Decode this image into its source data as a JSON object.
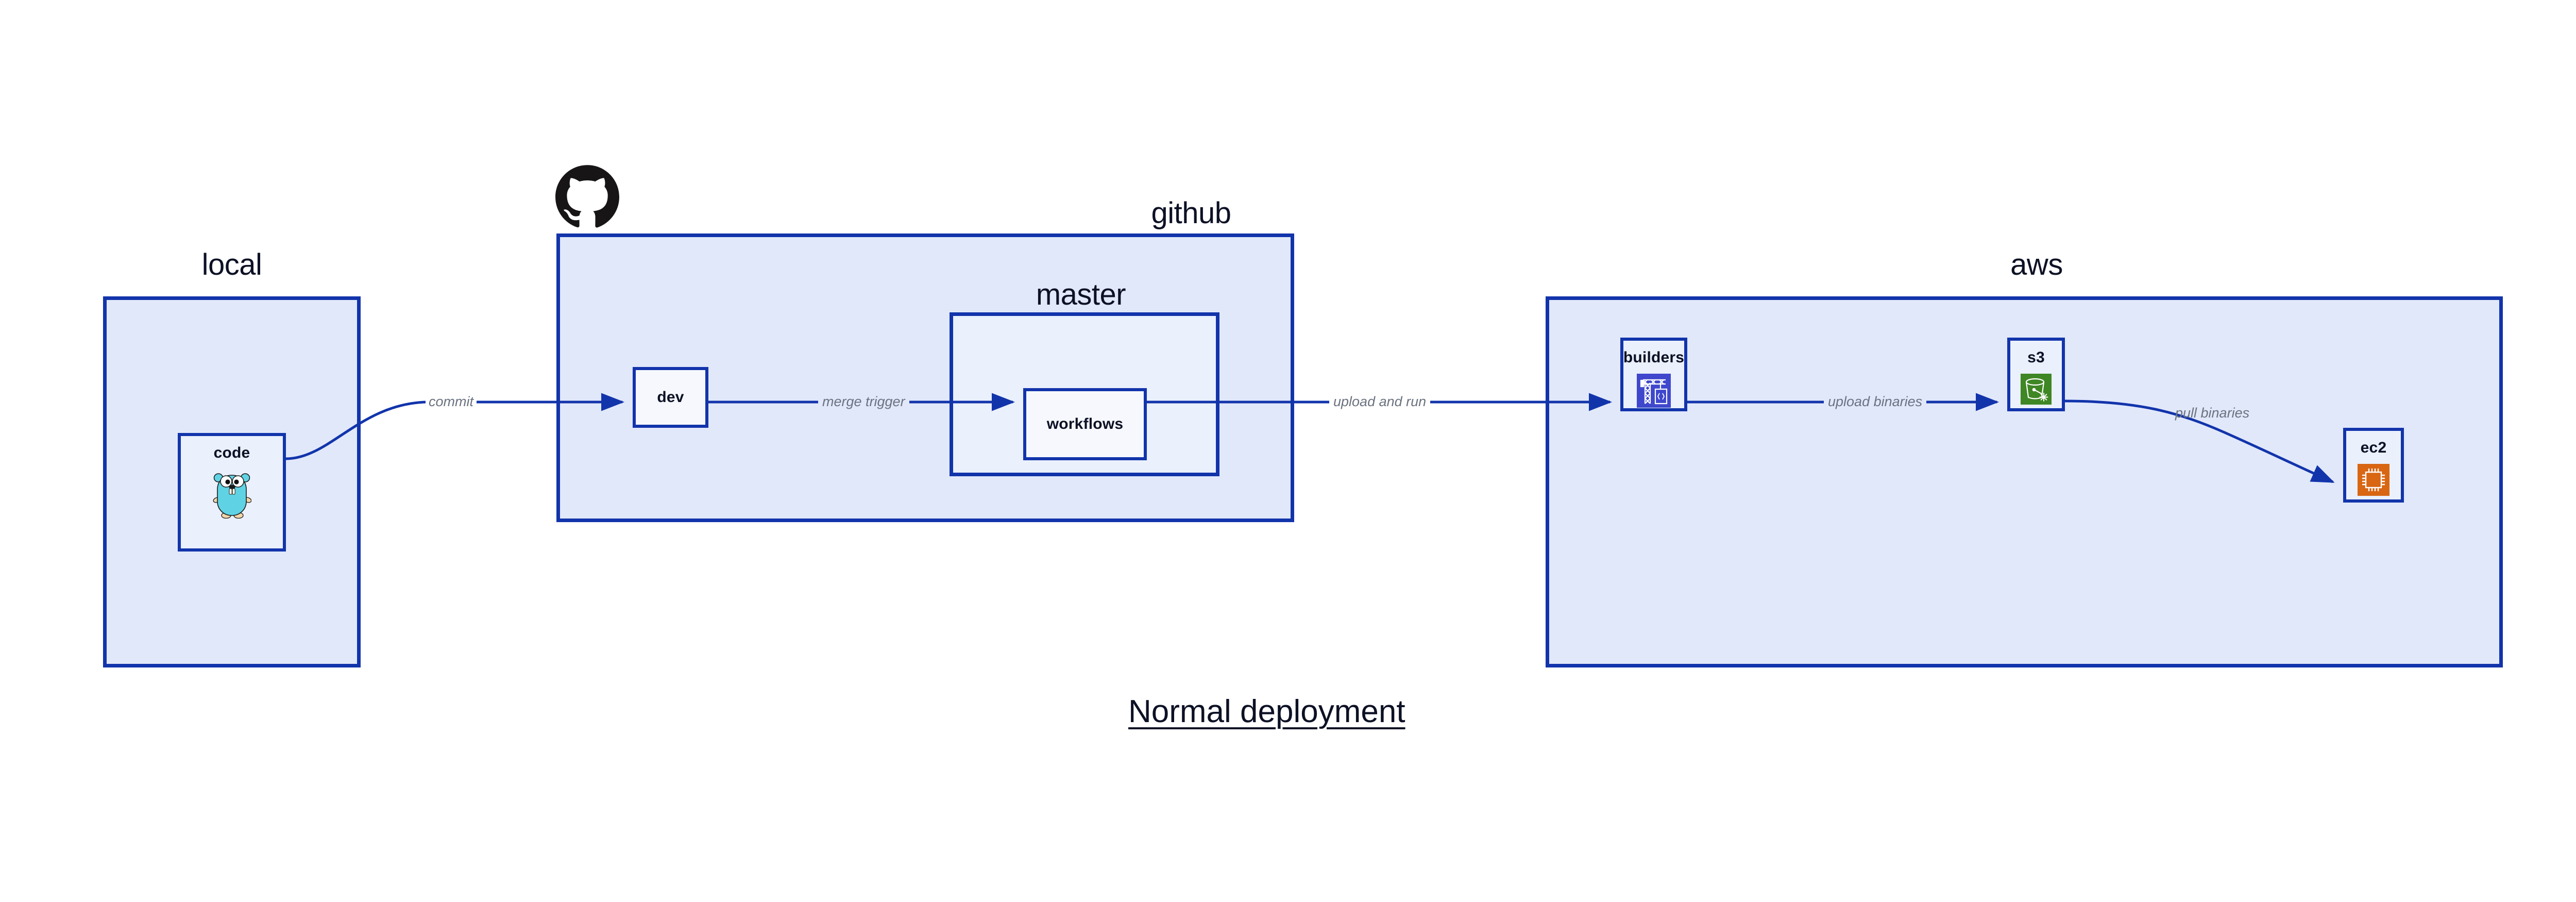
{
  "diagram": {
    "title": "Normal deployment",
    "background_color": "#ffffff",
    "accent_border_color": "#1234ab",
    "container_fill_color": "#e1e8fa",
    "node_fill_color": "#eaf0fc",
    "edge_label_color": "#6b7280"
  },
  "containers": [
    {
      "id": "local",
      "label": "local"
    },
    {
      "id": "github",
      "label": "github"
    },
    {
      "id": "master",
      "label": "master"
    },
    {
      "id": "aws",
      "label": "aws"
    }
  ],
  "nodes": [
    {
      "id": "code",
      "label": "code",
      "icon": "go-gopher-icon",
      "icon_color": "#5fd3e3"
    },
    {
      "id": "dev",
      "label": "dev",
      "icon": "none",
      "icon_color": ""
    },
    {
      "id": "workflows",
      "label": "workflows",
      "icon": "none",
      "icon_color": ""
    },
    {
      "id": "builders",
      "label": "builders",
      "icon": "aws-crane-icon",
      "icon_color": "#3f48cc"
    },
    {
      "id": "s3",
      "label": "s3",
      "icon": "aws-s3-bucket-icon",
      "icon_color": "#3f8624"
    },
    {
      "id": "ec2",
      "label": "ec2",
      "icon": "aws-ec2-chip-icon",
      "icon_color": "#d86613"
    }
  ],
  "edges": [
    {
      "id": "code-to-dev",
      "from": "code",
      "to": "dev",
      "label": "commit"
    },
    {
      "id": "dev-to-workflows",
      "from": "dev",
      "to": "workflows",
      "label": "merge trigger"
    },
    {
      "id": "workflows-to-builders",
      "from": "workflows",
      "to": "builders",
      "label": "upload and run"
    },
    {
      "id": "builders-to-s3",
      "from": "builders",
      "to": "s3",
      "label": "upload binaries"
    },
    {
      "id": "s3-to-ec2",
      "from": "s3",
      "to": "ec2",
      "label": "pull binaries"
    }
  ],
  "logos": [
    {
      "id": "github-logo",
      "name": "github-octocat-icon",
      "color": "#171515"
    }
  ]
}
